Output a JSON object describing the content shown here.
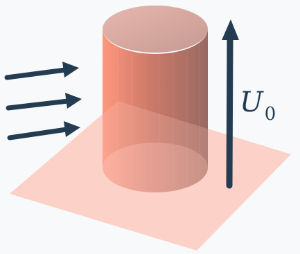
{
  "colors": {
    "background": "#f8f9fa",
    "plane": "#fdd0c6",
    "cylinder_left": "#ff8f73",
    "cylinder_right": "#8e5a51",
    "cylinder_top": "#d6a8a0",
    "arrow": "#233c51",
    "label": "#233c51"
  },
  "label": {
    "symbol": "U",
    "subscript": "0"
  },
  "icons": {
    "flow_arrows": "right-arrow",
    "velocity_arrow": "up-arrow"
  }
}
